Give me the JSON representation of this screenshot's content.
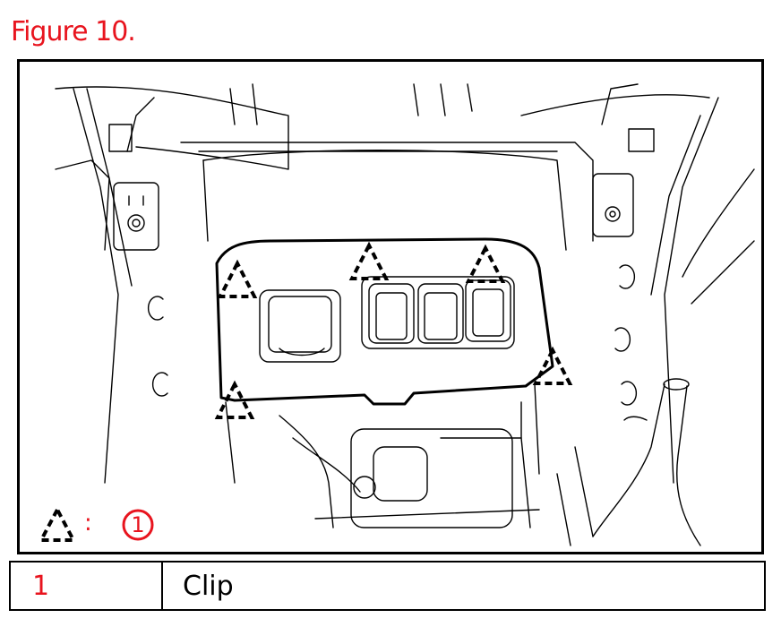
{
  "figure": {
    "title": "Figure 10."
  },
  "legend": {
    "key_separator": ":",
    "key_number": "1"
  },
  "parts": [
    {
      "number": "1",
      "label": "Clip"
    }
  ],
  "colors": {
    "accent": "#e8141e",
    "line": "#000000",
    "background": "#ffffff"
  }
}
